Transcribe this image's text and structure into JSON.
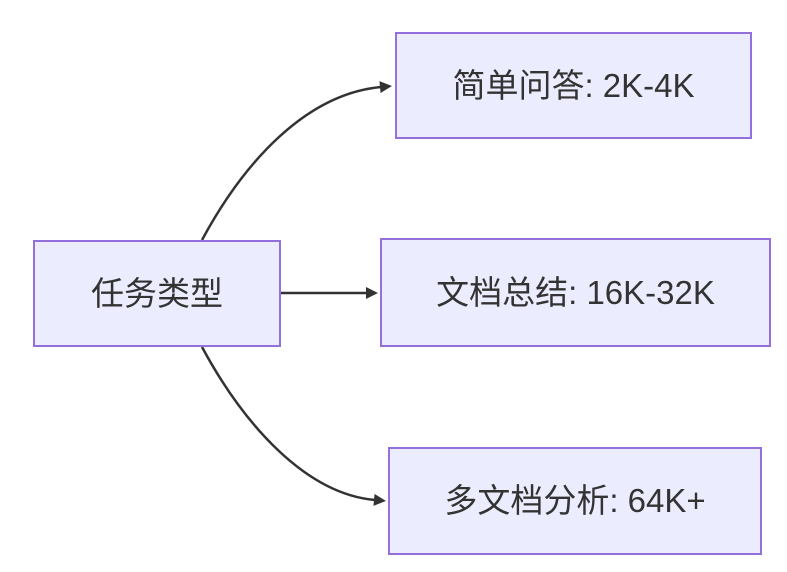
{
  "diagram": {
    "type": "flowchart",
    "direction": "left-to-right",
    "nodes": [
      {
        "id": "task-type",
        "label": "任务类型"
      },
      {
        "id": "simple-qa",
        "label": "简单问答: 2K-4K"
      },
      {
        "id": "doc-summary",
        "label": "文档总结: 16K-32K"
      },
      {
        "id": "multi-doc",
        "label": "多文档分析: 64K+"
      }
    ],
    "edges": [
      {
        "from": "task-type",
        "to": "simple-qa",
        "style": "curved-up"
      },
      {
        "from": "task-type",
        "to": "doc-summary",
        "style": "straight"
      },
      {
        "from": "task-type",
        "to": "multi-doc",
        "style": "curved-down"
      }
    ],
    "colors": {
      "background": "#ffffff",
      "node_fill": "#ECECFF",
      "node_border": "#9370DB",
      "edge": "#333333",
      "text": "#333333"
    }
  }
}
